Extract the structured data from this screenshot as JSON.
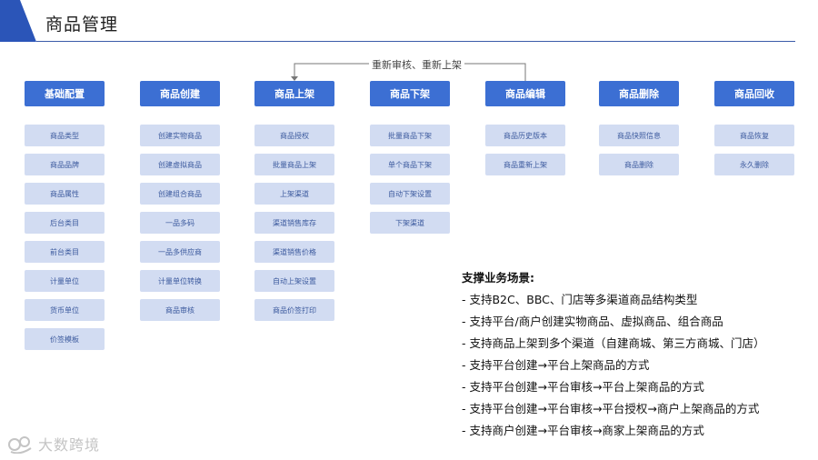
{
  "header": {
    "title": "商品管理"
  },
  "loop_label": "重新审核、重新上架",
  "columns": [
    {
      "title": "基础配置",
      "items": [
        "商品类型",
        "商品品牌",
        "商品属性",
        "后台类目",
        "前台类目",
        "计量单位",
        "货币单位",
        "价签模板"
      ]
    },
    {
      "title": "商品创建",
      "items": [
        "创建实物商品",
        "创建虚拟商品",
        "创建组合商品",
        "一品多码",
        "一品多供应商",
        "计量单位转换",
        "商品审核"
      ]
    },
    {
      "title": "商品上架",
      "items": [
        "商品授权",
        "批量商品上架",
        "上架渠道",
        "渠道销售库存",
        "渠道销售价格",
        "自动上架设置",
        "商品价签打印"
      ]
    },
    {
      "title": "商品下架",
      "items": [
        "批量商品下架",
        "单个商品下架",
        "自动下架设置",
        "下架渠道"
      ]
    },
    {
      "title": "商品编辑",
      "items": [
        "商品历史版本",
        "商品重新上架"
      ]
    },
    {
      "title": "商品删除",
      "items": [
        "商品快照信息",
        "商品删除"
      ]
    },
    {
      "title": "商品回收",
      "items": [
        "商品恢复",
        "永久删除"
      ]
    }
  ],
  "notes": {
    "title": "支撑业务场景:",
    "lines": [
      "- 支持B2C、BBC、门店等多渠道商品结构类型",
      "- 支持平台/商户创建实物商品、虚拟商品、组合商品",
      "- 支持商品上架到多个渠道（自建商城、第三方商城、门店）",
      "- 支持平台创建→平台上架商品的方式",
      "- 支持平台创建→平台审核→平台上架商品的方式",
      "- 支持平台创建→平台审核→平台授权→商户上架商品的方式",
      "- 支持商户创建→平台审核→商家上架商品的方式"
    ]
  },
  "watermark": "大数跨境",
  "colors": {
    "accent": "#3c6fd3",
    "item_bg": "#d2dcf2",
    "item_text": "#3c5a9e",
    "arrow": "#6b7280"
  }
}
